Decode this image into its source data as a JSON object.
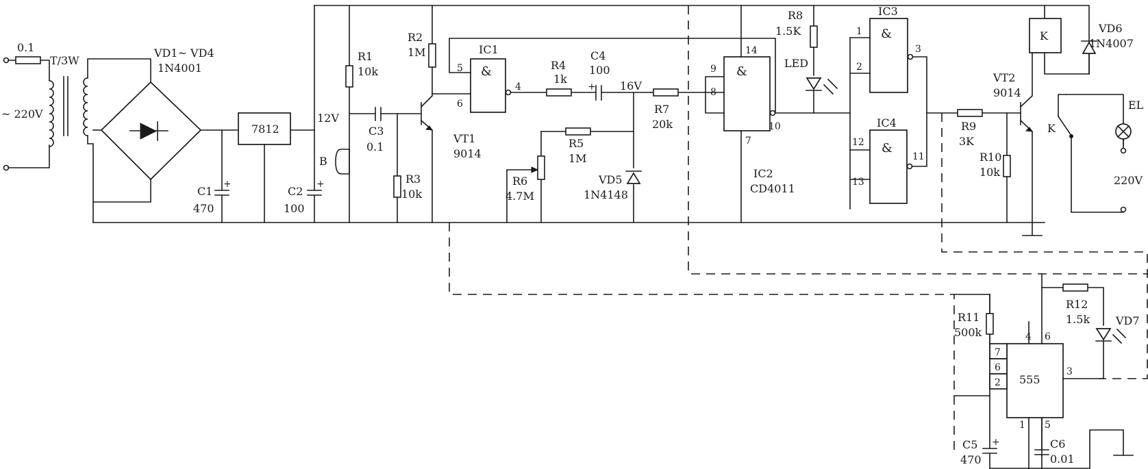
{
  "labels": {
    "fuse_value": "0.1",
    "transformer": "T/3W",
    "mains_in": "~ 220V",
    "bridge_ref": "VD1~ VD4",
    "bridge_part": "1N4001",
    "regulator": "7812",
    "supply_12v": "12V",
    "c1_ref": "C1",
    "c1_val": "470",
    "c2_ref": "C2",
    "c2_val": "100",
    "r1_ref": "R1",
    "r1_val": "10k",
    "c3_ref": "C3",
    "c3_val": "0.1",
    "mic_ref": "B",
    "r3_ref": "R3",
    "r3_val": "10k",
    "r2_ref": "R2",
    "r2_val": "1M",
    "vt1_ref": "VT1",
    "vt1_part": "9014",
    "ic1_ref": "IC1",
    "r4_ref": "R4",
    "r4_val": "1k",
    "c4_ref": "C4",
    "c4_val": "100",
    "supply_16v": "16V",
    "r5_ref": "R5",
    "r5_val": "1M",
    "r6_ref": "R6",
    "r6_val": "4.7M",
    "vd5_ref": "VD5",
    "vd5_part": "1N4148",
    "r7_ref": "R7",
    "r7_val": "20k",
    "r8_ref": "R8",
    "r8_val": "1.5K",
    "led_ref": "LED",
    "ic2_ref": "IC2",
    "ic2_part": "CD4011",
    "ic3_ref": "IC3",
    "ic4_ref": "IC4",
    "r9_ref": "R9",
    "r9_val": "3K",
    "r10_ref": "R10",
    "r10_val": "10k",
    "vt2_ref": "VT2",
    "vt2_part": "9014",
    "relay_ref": "K",
    "relay_contact": "K",
    "vd6_ref": "VD6",
    "vd6_part": "1N4007",
    "lamp_ref": "EL",
    "lamp_supply": "220V",
    "timer_chip": "555",
    "r11_ref": "R11",
    "r11_val": "500k",
    "r12_ref": "R12",
    "r12_val": "1.5k",
    "vd7_ref": "VD7",
    "c5_ref": "C5",
    "c5_val": "470",
    "c6_ref": "C6",
    "c6_val": "0.01",
    "nand_symbol": "&"
  },
  "pins": {
    "ic1_in_a": "5",
    "ic1_in_b": "6",
    "ic1_out": "4",
    "ic2_in_a": "9",
    "ic2_in_b": "8",
    "ic2_out": "10",
    "ic2_vdd": "14",
    "ic2_vss": "7",
    "ic3_in_a": "1",
    "ic3_in_b": "2",
    "ic3_out": "3",
    "ic4_in_a": "12",
    "ic4_in_b": "13",
    "ic4_out": "11",
    "t555_4": "4",
    "t555_6": "6",
    "t555_7": "7",
    "t555_6b": "6",
    "t555_2": "2",
    "t555_3": "3",
    "t555_1": "1",
    "t555_5": "5"
  }
}
